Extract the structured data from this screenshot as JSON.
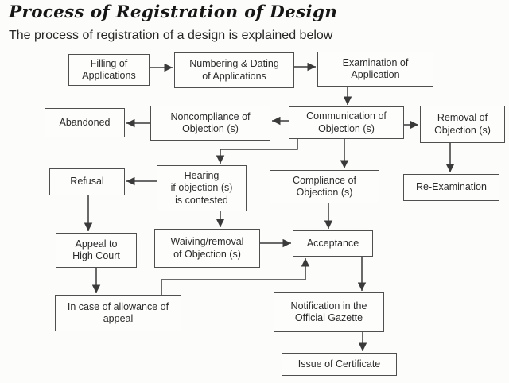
{
  "page": {
    "title": "Process of Registration of Design",
    "subtitle": "The process of registration of a design is explained below"
  },
  "colors": {
    "ink": "#2b2b2b",
    "box_border": "#4f4f4f",
    "arrow": "#3a3a3a",
    "background": "#fcfcfa"
  },
  "nodes": {
    "filling": {
      "label": "Filling of\nApplications"
    },
    "numbering": {
      "label": "Numbering & Dating\nof Applications"
    },
    "examination": {
      "label": "Examination of\nApplication"
    },
    "abandoned": {
      "label": "Abandoned"
    },
    "noncompliance": {
      "label": "Noncompliance of\nObjection (s)"
    },
    "communication": {
      "label": "Communication of\nObjection (s)"
    },
    "removal": {
      "label": "Removal of\nObjection (s)"
    },
    "refusal": {
      "label": "Refusal"
    },
    "hearing": {
      "label": "Hearing\nif objection (s)\nis contested"
    },
    "compliance": {
      "label": "Compliance of\nObjection (s)"
    },
    "reexamination": {
      "label": "Re-Examination"
    },
    "appeal": {
      "label": "Appeal to\nHigh Court"
    },
    "waiving": {
      "label": "Waiving/removal\nof Objection (s)"
    },
    "acceptance": {
      "label": "Acceptance"
    },
    "allowance": {
      "label": "In case of allowance of\nappeal"
    },
    "notification": {
      "label": "Notification in the\nOfficial Gazette"
    },
    "certificate": {
      "label": "Issue of Certificate"
    }
  },
  "edges": [
    {
      "from": "filling",
      "to": "numbering"
    },
    {
      "from": "numbering",
      "to": "examination"
    },
    {
      "from": "examination",
      "to": "communication"
    },
    {
      "from": "communication",
      "to": "noncompliance"
    },
    {
      "from": "noncompliance",
      "to": "abandoned"
    },
    {
      "from": "communication",
      "to": "removal"
    },
    {
      "from": "communication",
      "to": "hearing"
    },
    {
      "from": "communication",
      "to": "compliance"
    },
    {
      "from": "removal",
      "to": "reexamination"
    },
    {
      "from": "hearing",
      "to": "refusal"
    },
    {
      "from": "hearing",
      "to": "waiving"
    },
    {
      "from": "refusal",
      "to": "appeal"
    },
    {
      "from": "waiving",
      "to": "acceptance"
    },
    {
      "from": "compliance",
      "to": "acceptance"
    },
    {
      "from": "appeal",
      "to": "allowance"
    },
    {
      "from": "allowance",
      "to": "acceptance"
    },
    {
      "from": "acceptance",
      "to": "notification"
    },
    {
      "from": "notification",
      "to": "certificate"
    }
  ]
}
